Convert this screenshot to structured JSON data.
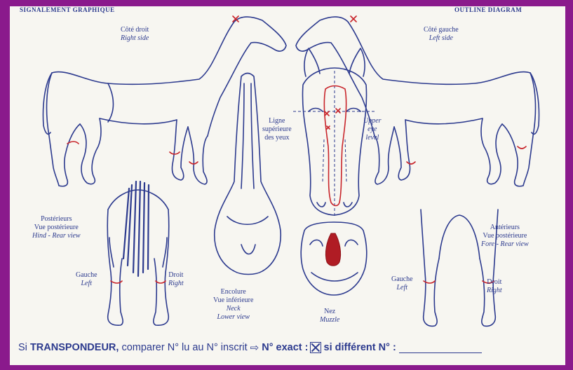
{
  "header": {
    "left": "SIGNALEMENT GRAPHIQUE",
    "right": "OUTLINE DIAGRAM"
  },
  "labels": {
    "right_side": {
      "fr": "Côté droit",
      "en": "Right side"
    },
    "left_side": {
      "fr": "Côté gauche",
      "en": "Left side"
    },
    "eye_level": {
      "fr_line1": "Ligne",
      "fr_line2": "supérieure",
      "fr_line3": "des yeux",
      "en_line1": "Upper",
      "en_line2": "eye",
      "en_line3": "level"
    },
    "hind_view": {
      "fr_line1": "Postérieurs",
      "fr_line2": "Vue postérieure",
      "en": "Hind - Rear view"
    },
    "fore_view": {
      "fr_line1": "Antérieurs",
      "fr_line2": "Vue postérieure",
      "en": "Fore - Rear view"
    },
    "hind_left": {
      "fr": "Gauche",
      "en": "Left"
    },
    "hind_right": {
      "fr": "Droit",
      "en": "Right"
    },
    "fore_left": {
      "fr": "Gauche",
      "en": "Left"
    },
    "fore_right": {
      "fr": "Droit",
      "en": "Right"
    },
    "neck": {
      "fr_line1": "Encolure",
      "fr_line2": "Vue inférieure",
      "en_line1": "Neck",
      "en_line2": "Lower view"
    },
    "muzzle": {
      "fr": "Nez",
      "en": "Muzzle"
    }
  },
  "footer": {
    "prefix": "Si",
    "transponder": "TRANSPONDEUR,",
    "compare": "comparer N° lu au N° inscrit",
    "exact": "N° exact :",
    "different": "si différent N° :"
  },
  "colors": {
    "ink": "#2c3a8e",
    "marking_red": "#c8242a",
    "paper": "#f7f6f1",
    "frame": "#8a1a8c"
  }
}
